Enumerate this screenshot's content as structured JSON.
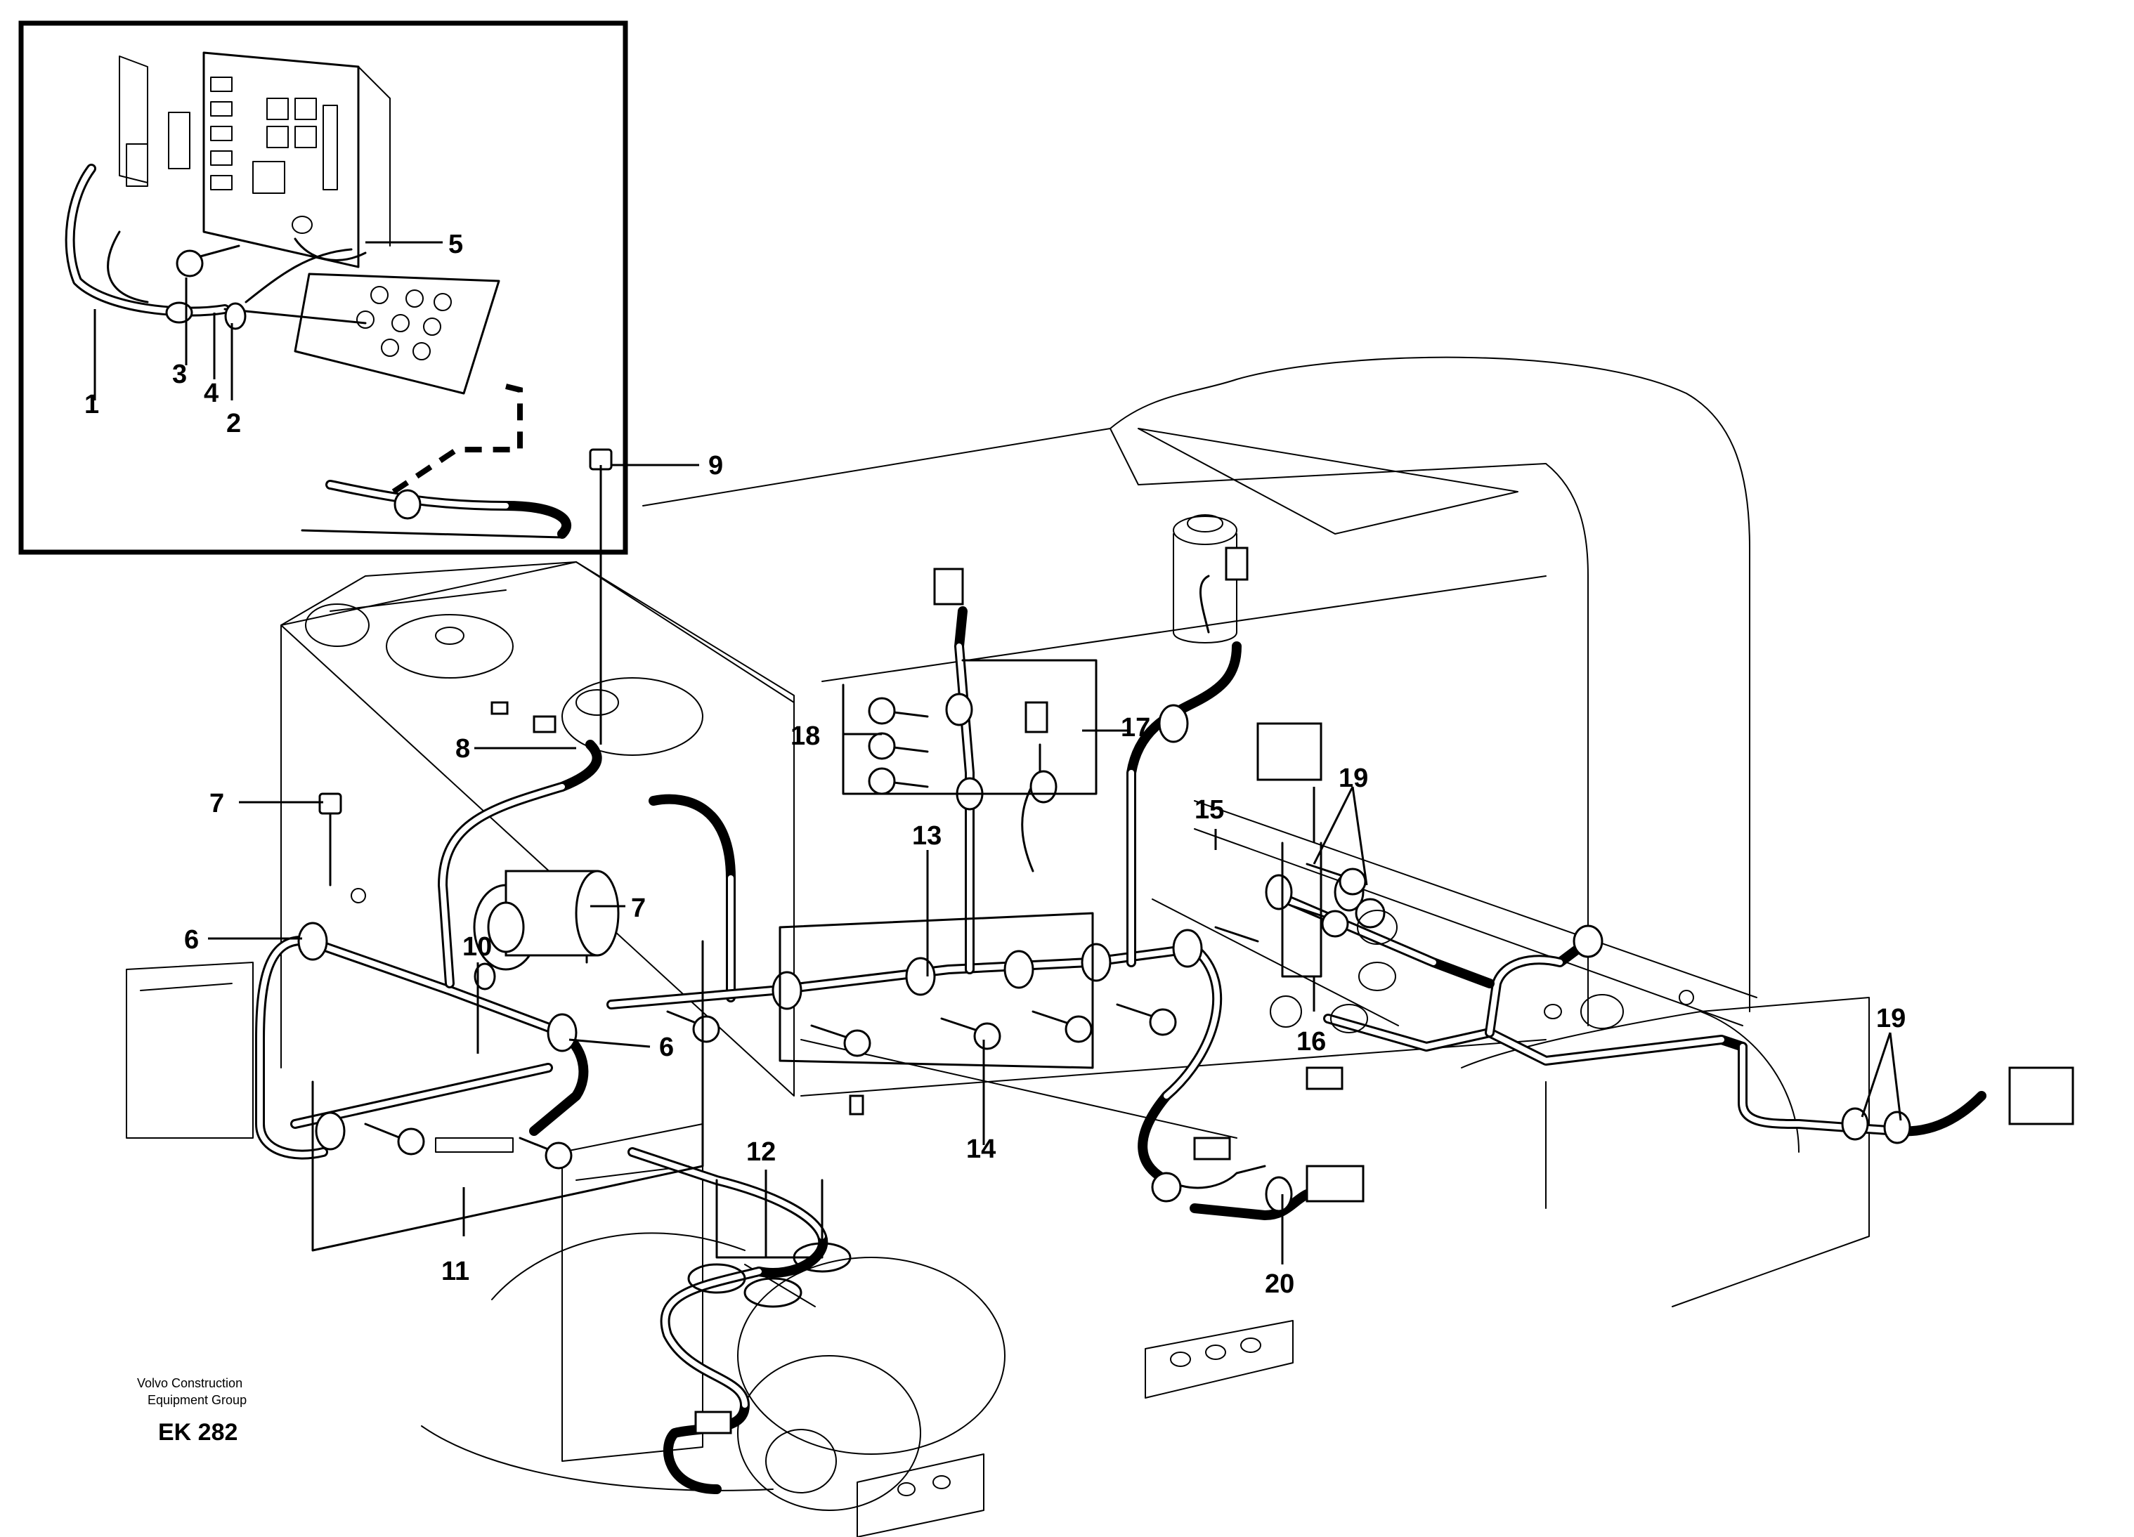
{
  "publisher": {
    "line1": "Volvo Construction",
    "line2": "Equipment Group"
  },
  "document_code": "EK 282",
  "callouts": [
    "1",
    "2",
    "3",
    "4",
    "5",
    "6",
    "6",
    "7",
    "7",
    "8",
    "9",
    "10",
    "11",
    "12",
    "13",
    "14",
    "15",
    "16",
    "17",
    "18",
    "19",
    "19",
    "20"
  ]
}
